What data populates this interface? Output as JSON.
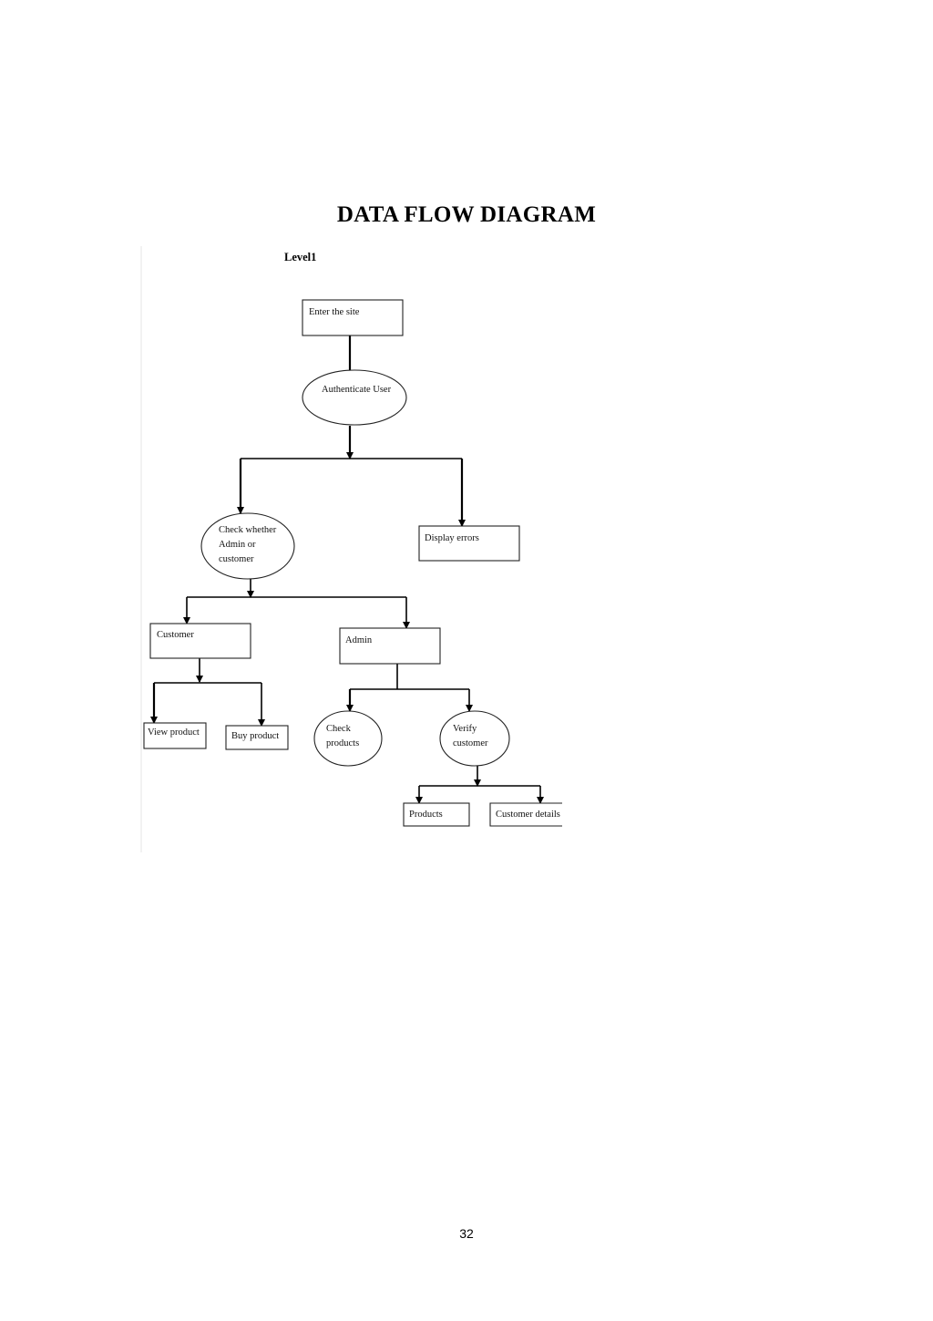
{
  "page": {
    "title": "DATA  FLOW DIAGRAM",
    "page_number": "32"
  },
  "diagram": {
    "level_label": "Level1",
    "nodes": {
      "enter_site": {
        "shape": "rect",
        "lines": [
          "Enter the site"
        ]
      },
      "authenticate_user": {
        "shape": "ellipse",
        "lines": [
          "Authenticate User"
        ]
      },
      "check_role": {
        "shape": "ellipse",
        "lines": [
          "Check whether",
          "Admin or",
          "customer"
        ]
      },
      "display_errors": {
        "shape": "rect",
        "lines": [
          "Display errors"
        ]
      },
      "customer": {
        "shape": "rect",
        "lines": [
          "Customer"
        ]
      },
      "admin": {
        "shape": "rect",
        "lines": [
          "Admin"
        ]
      },
      "view_product": {
        "shape": "rect",
        "lines": [
          "View product"
        ]
      },
      "buy_product": {
        "shape": "rect",
        "lines": [
          "Buy product"
        ]
      },
      "check_products": {
        "shape": "ellipse",
        "lines": [
          "Check",
          "products"
        ]
      },
      "verify_customer": {
        "shape": "ellipse",
        "lines": [
          "Verify",
          "customer"
        ]
      },
      "products": {
        "shape": "rect",
        "lines": [
          "Products"
        ]
      },
      "customer_details": {
        "shape": "rect",
        "lines": [
          "Customer details"
        ]
      }
    }
  }
}
